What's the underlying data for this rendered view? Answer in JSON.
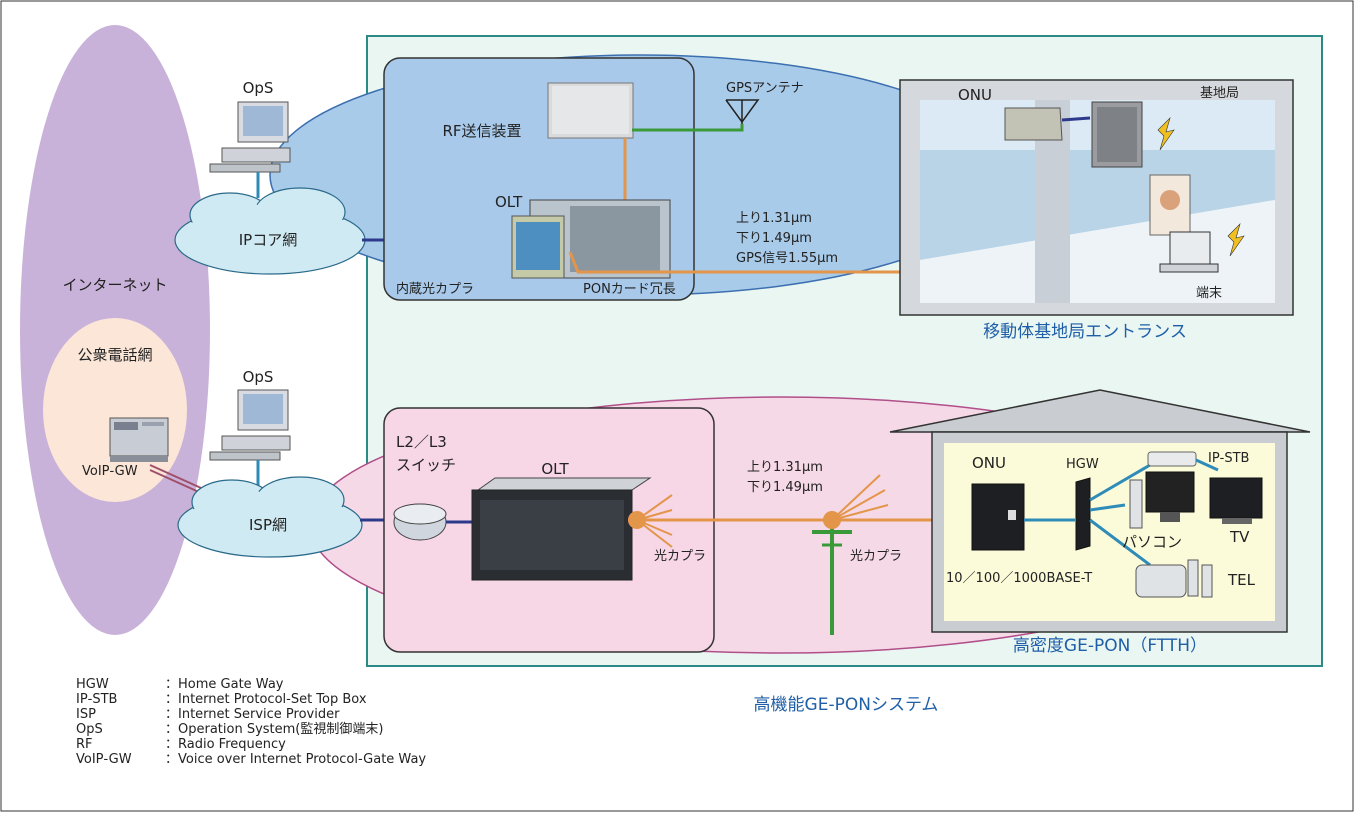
{
  "internet": {
    "title": "インターネット",
    "pstn": "公衆電話網",
    "voip": "VoIP‐GW"
  },
  "ops_top": "OpS",
  "ops_bottom": "OpS",
  "ip_core": "IPコア網",
  "isp": "ISP網",
  "gps_antenna": "GPSアンテナ",
  "rf_tx": "RF送信装置",
  "olt_top": "OLT",
  "builtin_coupler": "内蔵光カプラ",
  "pon_redundant": "PONカード冗長",
  "wavelengths_top": {
    "up": "上り1.31μm",
    "down": "下り1.49μm",
    "gps": "GPS信号1.55μm"
  },
  "mobile": {
    "onu": "ONU",
    "base_station": "基地局",
    "terminal": "端末",
    "title": "移動体基地局エントランス"
  },
  "l2l3": {
    "line1": "L2／L3",
    "line2": "スイッチ"
  },
  "olt_bottom": "OLT",
  "coupler1": "光カプラ",
  "coupler2": "光カプラ",
  "wavelengths_bottom": {
    "up": "上り1.31μm",
    "down": "下り1.49μm"
  },
  "home": {
    "onu": "ONU",
    "hgw": "HGW",
    "ipstb": "IP‐STB",
    "tv": "TV",
    "pc": "パソコン",
    "tel": "TEL",
    "base_t": "10／100／1000BASE‐T",
    "title": "高密度GE‐PON（FTTH）"
  },
  "system_title": "高機能GE‐PONシステム",
  "legend": [
    {
      "abbr": "HGW",
      "desc": "：Home Gate Way"
    },
    {
      "abbr": "IP‐STB",
      "desc": "：Internet Protocol‐Set Top Box"
    },
    {
      "abbr": "ISP",
      "desc": "：Internet Service Provider"
    },
    {
      "abbr": "OpS",
      "desc": "：Operation System(監視制御端末)"
    },
    {
      "abbr": "RF",
      "desc": "：Radio Frequency"
    },
    {
      "abbr": "VoIP‐GW",
      "desc": "：Voice over Internet Protocol‐Gate Way"
    }
  ],
  "colors": {
    "olive_fiber": "#e3954a",
    "blue_line": "#2d3a8c",
    "teal_line": "#2f8bb8",
    "green_line": "#3a9a3a",
    "system_bg": "#eaf6f2",
    "system_border": "#2b8a86",
    "internet": "#c9b2d9",
    "pstn": "#fbe6d8",
    "cloud": "#cfeaf2",
    "top_box": "#a8c9ea",
    "bottom_box": "#f7d6e6",
    "house_bg": "#fbfbd9"
  }
}
